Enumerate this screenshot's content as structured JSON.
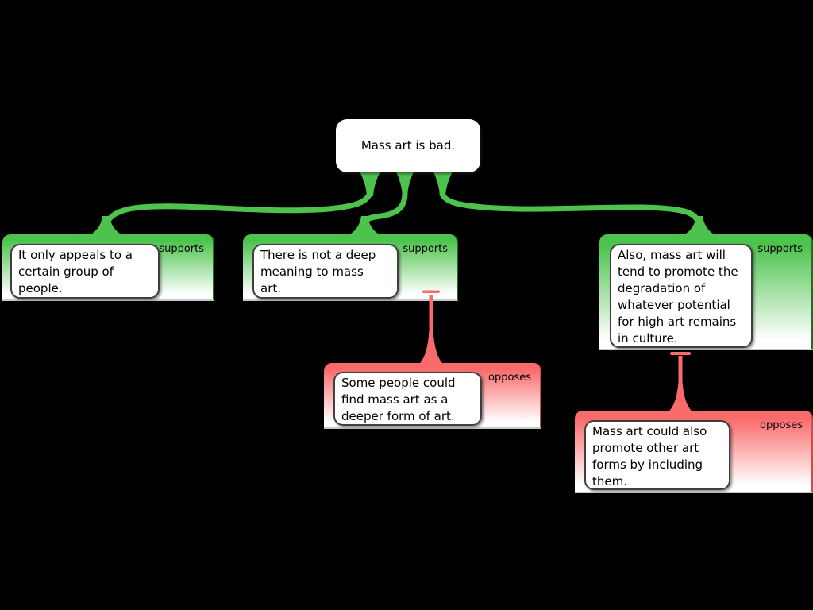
{
  "app": {
    "kind": "argument-map"
  },
  "colors": {
    "supports_fill": "#4dc34d",
    "opposes_fill": "#f96b6b",
    "supports_border": "#1f6e1f",
    "opposes_border": "#cc4b4b",
    "node_bg": "#ffffff",
    "text_color": "#000000",
    "bg": "#000000"
  },
  "root_claim": {
    "text": "Mass art is bad."
  },
  "nodes": [
    {
      "id": "s1",
      "relation": "supports",
      "text": "It only appeals to a\ncertain group of\npeople."
    },
    {
      "id": "s2",
      "relation": "supports",
      "text": "There is not a deep\nmeaning to mass\nart."
    },
    {
      "id": "s3",
      "relation": "supports",
      "text": "Also, mass art will\ntend to promote the\ndegradation of\nwhatever potential\nfor high art remains\nin culture."
    },
    {
      "id": "o1",
      "relation": "opposes",
      "text": "Some people could\nfind mass art as a\ndeeper form of art."
    },
    {
      "id": "o2",
      "relation": "opposes",
      "text": "Mass art could also\npromote other art\nforms by including\nthem."
    }
  ],
  "edges": [
    {
      "from": "root",
      "to": "s1",
      "type": "supports"
    },
    {
      "from": "root",
      "to": "s2",
      "type": "supports"
    },
    {
      "from": "root",
      "to": "s3",
      "type": "supports"
    },
    {
      "from": "s2",
      "to": "o1",
      "type": "opposes"
    },
    {
      "from": "s3",
      "to": "o2",
      "type": "opposes"
    }
  ]
}
